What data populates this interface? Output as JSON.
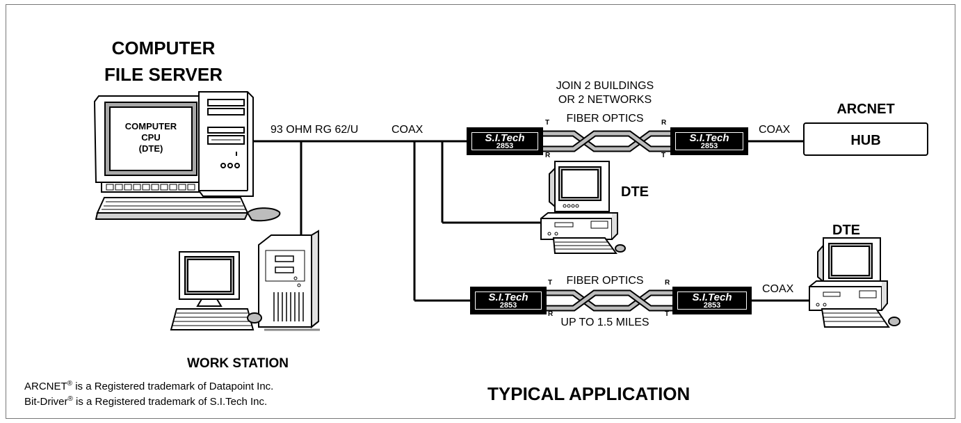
{
  "title": {
    "server_line1": "COMPUTER",
    "server_line2": "FILE SERVER",
    "typical": "TYPICAL APPLICATION"
  },
  "server_screen": {
    "line1": "COMPUTER",
    "line2": "CPU",
    "line3": "(DTE)"
  },
  "labels": {
    "cable": "93 OHM RG 62/U",
    "coax_1": "COAX",
    "coax_2": "COAX",
    "coax_3": "COAX",
    "join_line1": "JOIN 2 BUILDINGS",
    "join_line2": "OR 2 NETWORKS",
    "fiber_top": "FIBER OPTICS",
    "fiber_bottom": "FIBER OPTICS",
    "distance": "UP TO 1.5 MILES",
    "arcnet": "ARCNET",
    "hub": "HUB",
    "dte_1": "DTE",
    "dte_2": "DTE",
    "workstation": "WORK STATION"
  },
  "ports": {
    "t": "T",
    "r": "R"
  },
  "device": {
    "brand": "S.I.Tech",
    "model": "2853"
  },
  "trademarks": {
    "line1_name": "ARCNET",
    "line1_mark": "®",
    "line1_text": " is a Registered trademark of Datapoint Inc.",
    "line2_name": "Bit-Driver",
    "line2_mark": "®",
    "line2_text": " is a Registered trademark of S.I.Tech Inc."
  },
  "colors": {
    "fiber": "#bdbdbd",
    "screen_top": "#a8a8a8",
    "screen_small": "#b8b8b8"
  }
}
